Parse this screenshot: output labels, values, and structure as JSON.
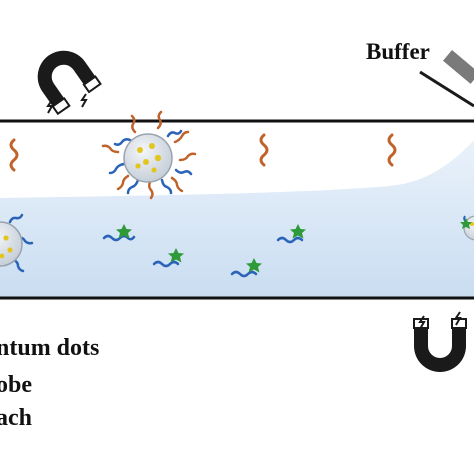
{
  "labels": {
    "buffer": "Buffer"
  },
  "legend": [
    "ntum dots",
    "obe",
    "ach"
  ],
  "colors": {
    "channel_border": "#111111",
    "fluid": "#d6e6f5",
    "probe_wave": "#c0622a",
    "strand": "#2a63b8",
    "star": "#2e9a3a",
    "qd_dot": "#e2c620",
    "magnet": "#1a1a1a",
    "syringe": "#7a7a7a"
  },
  "icons": {
    "magnet_top": "magnet-icon",
    "magnet_bottom": "magnet-icon",
    "syringe": "syringe-icon",
    "bead": "magnetic-bead-icon",
    "fluorophore": "star-icon"
  }
}
